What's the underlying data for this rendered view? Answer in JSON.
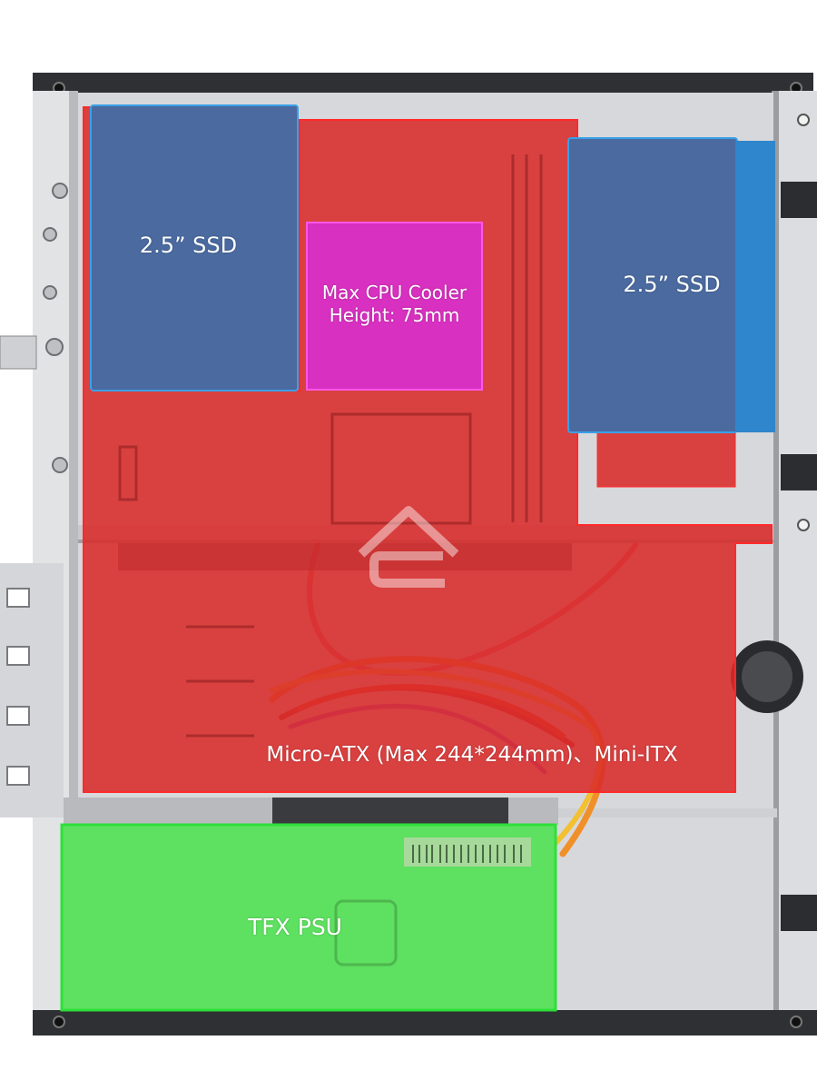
{
  "zones": {
    "ssd_left": {
      "label": "2.5” SSD",
      "color": "#3f6fb8"
    },
    "cpu_cooler": {
      "line1": "Max CPU Cooler",
      "line2": "Height: 75mm",
      "color": "#e020c8"
    },
    "ssd_right": {
      "label": "2.5” SSD",
      "color": "#3f6fb8"
    },
    "motherboard": {
      "label": "Micro-ATX (Max 244*244mm)、Mini-ITX",
      "color": "#d92a2a"
    },
    "psu": {
      "label": "TFX PSU",
      "color": "#34e040"
    }
  },
  "watermark_icon": "house-logo-icon",
  "case_colors": {
    "frame": "#2e3033",
    "panel": "#dcdde0",
    "shelf": "#c8c9cc"
  }
}
